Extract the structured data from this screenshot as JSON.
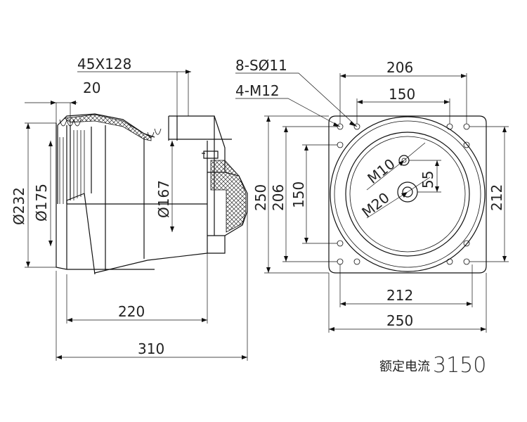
{
  "side_view": {
    "dim_45x128": "45X128",
    "dim_20": "20",
    "dim_d232": "Ø232",
    "dim_d175": "Ø175",
    "dim_d167": "Ø167",
    "dim_220": "220",
    "dim_310": "310"
  },
  "front_view": {
    "dim_8_so11": "8-SØ11",
    "dim_4_m12": "4-M12",
    "dim_206_top": "206",
    "dim_150_top": "150",
    "dim_m10": "M10",
    "dim_m20": "M20",
    "dim_55": "55",
    "dim_250_left": "250",
    "dim_206_left": "206",
    "dim_150_left": "150",
    "dim_212_right": "212",
    "dim_212_bottom": "212",
    "dim_250_bottom": "250"
  },
  "rating": {
    "label": "额定电流",
    "value": "3150"
  }
}
